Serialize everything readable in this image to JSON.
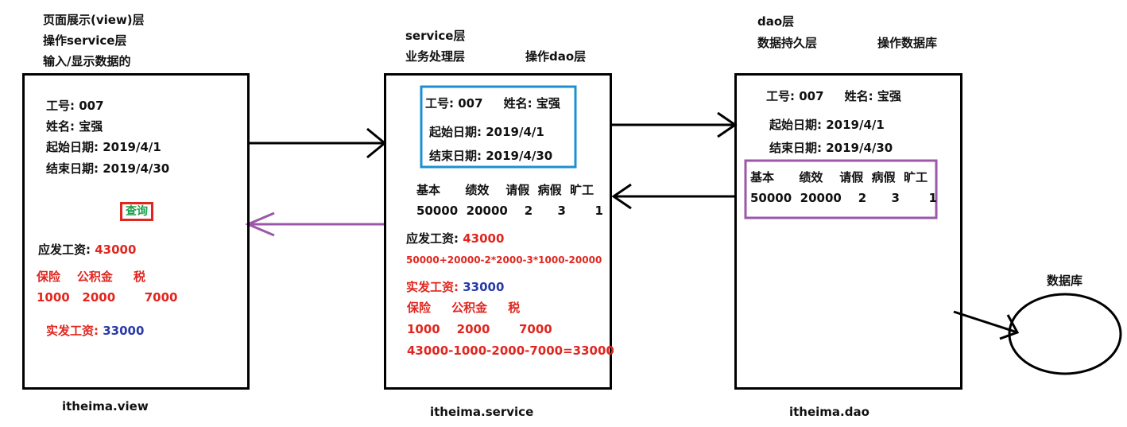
{
  "view": {
    "hdr1": "页面展示(view)层",
    "hdr2": "操作service层",
    "hdr3": "输入/显示数据的",
    "id_line": "工号: 007",
    "name_line": "姓名: 宝强",
    "start_line": "起始日期: 2019/4/1",
    "end_line": "结束日期: 2019/4/30",
    "query_button": "查询",
    "gross_label": "应发工资: ",
    "gross_value": "43000",
    "ded_headers": "保险    公积金     税",
    "ded_values": "1000   2000       7000",
    "net_label": "实发工资: ",
    "net_value": "33000",
    "caption": "itheima.view"
  },
  "service": {
    "hdr1": "service层",
    "hdr2": "业务处理层",
    "hdr3": "操作dao层",
    "id_name_line": "工号: 007     姓名: 宝强",
    "start_line": "起始日期: 2019/4/1",
    "end_line": "结束日期: 2019/4/30",
    "col_headers": "基本      绩效    请假  病假  旷工",
    "col_values": "50000  20000    2      3       1",
    "gross_label": "应发工资: ",
    "gross_value": "43000",
    "formula": "50000+20000-2*2000-3*1000-20000",
    "net_label": "实发工资: ",
    "net_value": "33000",
    "ded_headers": "保险     公积金     税",
    "ded_values": "1000    2000       7000",
    "ded_formula": "43000-1000-2000-7000=33000",
    "caption": "itheima.service"
  },
  "dao": {
    "hdr1": "dao层",
    "hdr2": "数据持久层",
    "hdr3": "操作数据库",
    "id_name_line": "工号: 007     姓名: 宝强",
    "start_line": "起始日期: 2019/4/1",
    "end_line": "结束日期: 2019/4/30",
    "col_headers": "基本      绩效    请假  病假  旷工",
    "col_values": "50000  20000    2      3       1",
    "caption": "itheima.dao"
  },
  "database": {
    "label": "数据库"
  },
  "colors": {
    "red": "#e0261f",
    "blue": "#2a3aa8",
    "cyan_box": "#1e8fd0",
    "purple": "#9b57a8",
    "green_button_text": "#19a14a"
  }
}
